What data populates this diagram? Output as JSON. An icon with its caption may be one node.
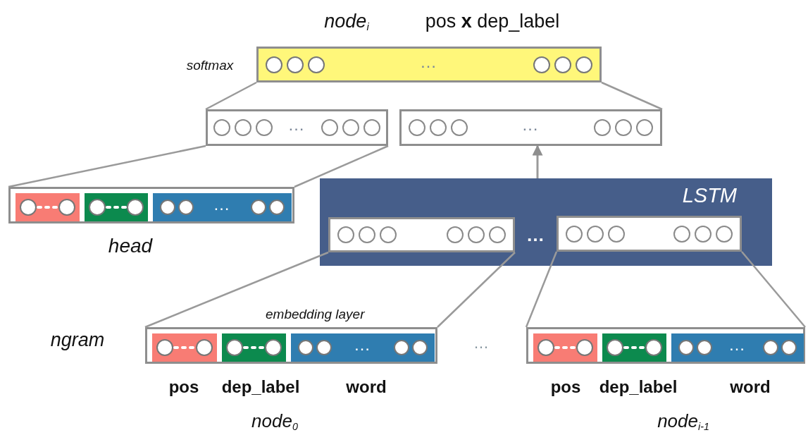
{
  "diagram": {
    "nodes": [
      {
        "text": [
          "…"
        ],
        "beside": [
          "softmax"
        ]
      },
      {
        "text": [
          "…"
        ]
      },
      {
        "text": [
          "…"
        ]
      },
      {
        "text": [],
        "shape": "box",
        "beside": [
          "head"
        ]
      },
      {
        "text": [],
        "shape": "bar",
        "in": 3
      },
      {
        "text": [],
        "shape": "bar",
        "in": 3
      },
      {
        "text": [
          "…"
        ],
        "in": 3
      },
      {
        "text": [
          "LSTM"
        ]
      },
      {
        "text": [],
        "shape": "box",
        "in": 7
      },
      {
        "text": [],
        "shape": "box",
        "in": 7
      },
      {
        "text": [
          "embedding layer"
        ],
        "beside": [
          "node$_{0}$"
        ]
      },
      {
        "text": [],
        "shape": "bar",
        "in": 10,
        "beside": [
          "pos"
        ]
      },
      {
        "text": [],
        "shape": "bar",
        "in": 10,
        "beside": [
          "dep_label"
        ]
      },
      {
        "text": [
          "…"
        ],
        "in": 10,
        "beside": [
          "word"
        ]
      },
      {
        "text": [],
        "shape": "box",
        "beside": [
          "node$_{i-1}$"
        ]
      },
      {
        "text": [],
        "shape": "bar",
        "in": 14,
        "beside": [
          "pos"
        ]
      },
      {
        "text": [],
        "shape": "bar",
        "in": 14,
        "beside": [
          "dep_label"
        ]
      },
      {
        "text": [
          "…"
        ],
        "in": 14,
        "beside": [
          "word"
        ]
      }
    ],
    "edges": [
      {
        "from": 0,
        "to": 1,
        "arrow": "none"
      },
      {
        "from": 0,
        "to": 2,
        "arrow": "none"
      },
      {
        "from": 1,
        "to": 3,
        "arrow": "none"
      },
      {
        "from": 1,
        "to": 3,
        "arrow": "none"
      },
      {
        "from": 7,
        "to": 2,
        "arrow": "to"
      },
      {
        "from": 8,
        "to": 10,
        "arrow": "none"
      },
      {
        "from": 8,
        "to": 10,
        "arrow": "none"
      },
      {
        "from": 9,
        "to": 14,
        "arrow": "none"
      },
      {
        "from": 9,
        "to": 14,
        "arrow": "none"
      }
    ],
    "labels": [
      "node$_{i}$",
      "pos **x** dep_label",
      "…",
      "ngram",
      "…"
    ]
  }
}
